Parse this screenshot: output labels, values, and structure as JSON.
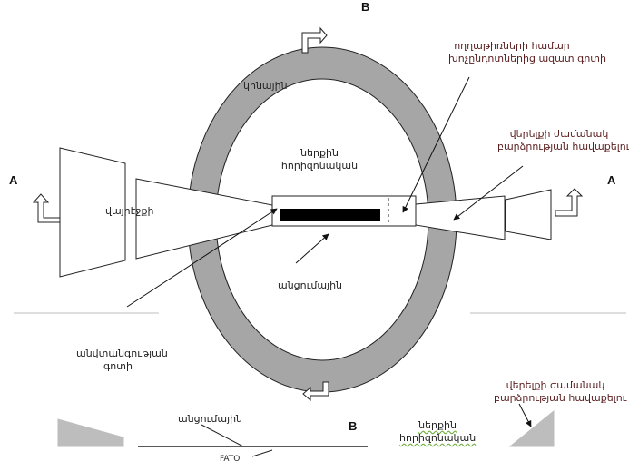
{
  "labels": {
    "letter_b_top": "B",
    "letter_a_left": "A",
    "letter_a_right": "A",
    "letter_b_bottom": "B",
    "ring": "կոնային",
    "inner_line1": "ներքին",
    "inner_line2": "հորիզոնական",
    "obstacle_line1": "ողղաթիռների համար",
    "obstacle_line2": "խոչընդոտներից ազատ գոտի",
    "climb_line1": "վերելքի ժամանակ",
    "climb_line2": "բարձրության հավաքելու",
    "approach": "վայրէջքի",
    "transitional": "անցումային",
    "safety_line1": "անվտանգության",
    "safety_line2": "գոտի",
    "profile_transitional": "անցումային",
    "profile_inner_line1": "ներքին",
    "profile_inner_line2": "հորիզոնական",
    "profile_climb_line1": "վերելքի ժամանակ",
    "profile_climb_line2": "բարձրության հավաքելու",
    "fato": "FATO"
  },
  "colors": {
    "ring_fill": "#a6a6a6",
    "profile_fill": "#bdbdbd",
    "stroke": "#222222",
    "divider": "#bfbfbf",
    "runway": "#000000"
  }
}
